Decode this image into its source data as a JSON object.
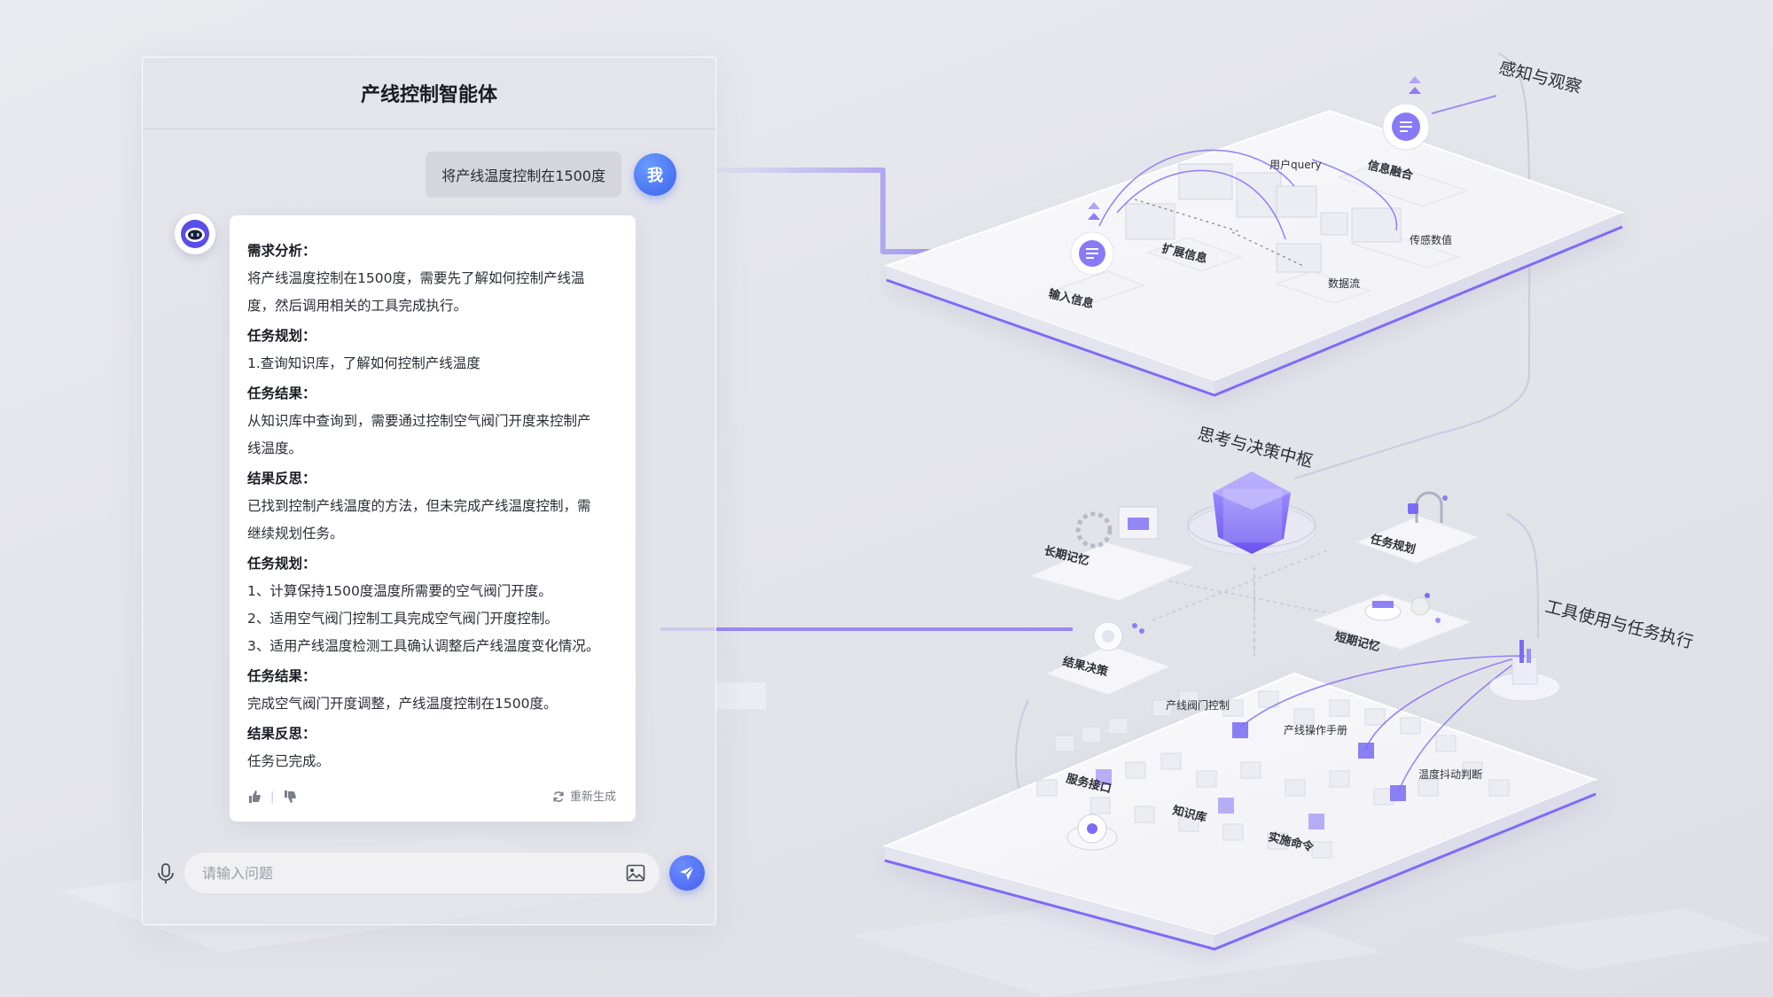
{
  "chat": {
    "title": "产线控制智能体",
    "user_message": "将产线温度控制在1500度",
    "user_avatar": "我",
    "response": [
      {
        "heading": "需求分析：",
        "lines": [
          "将产线温度控制在1500度，需要先了解如何控制产线温",
          "度，然后调用相关的工具完成执行。"
        ]
      },
      {
        "heading": "任务规划：",
        "lines": [
          "1.查询知识库，了解如何控制产线温度"
        ]
      },
      {
        "heading": "任务结果：",
        "lines": [
          "从知识库中查询到，需要通过控制空气阀门开度来控制产",
          "线温度。"
        ]
      },
      {
        "heading": "结果反思：",
        "lines": [
          "已找到控制产线温度的方法，但未完成产线温度控制，需",
          "继续规划任务。"
        ]
      },
      {
        "heading": "任务规划：",
        "lines": [
          "1、计算保持1500度温度所需要的空气阀门开度。",
          "2、适用空气阀门控制工具完成空气阀门开度控制。",
          "3、适用产线温度检测工具确认调整后产线温度变化情况。"
        ]
      },
      {
        "heading": "任务结果：",
        "lines": [
          "完成空气阀门开度调整，产线温度控制在1500度。"
        ]
      },
      {
        "heading": "结果反思：",
        "lines": [
          "任务已完成。"
        ]
      }
    ],
    "regenerate_label": "重新生成",
    "input_placeholder": "请输入问题"
  },
  "diagram": {
    "perception": {
      "title": "感知与观察",
      "labels": {
        "input_info": "输入信息",
        "expand_info": "扩展信息",
        "user_query": "用户query",
        "info_fusion": "信息融合",
        "sensor_values": "传感数值",
        "data_flow": "数据流"
      }
    },
    "thinking": {
      "title": "思考与决策中枢",
      "labels": {
        "long_memory": "长期记忆",
        "task_planning": "任务规划",
        "short_memory": "短期记忆",
        "result_decision": "结果决策"
      }
    },
    "execution": {
      "title": "工具使用与任务执行",
      "labels": {
        "valve_control": "产线阀门控制",
        "manual": "产线操作手册",
        "temp_judge": "温度抖动判断",
        "service_api": "服务接口",
        "knowledge_base": "知识库",
        "command": "实施命令"
      }
    }
  },
  "colors": {
    "accent": "#7b6cf6",
    "brand_blue": "#4460ee"
  }
}
